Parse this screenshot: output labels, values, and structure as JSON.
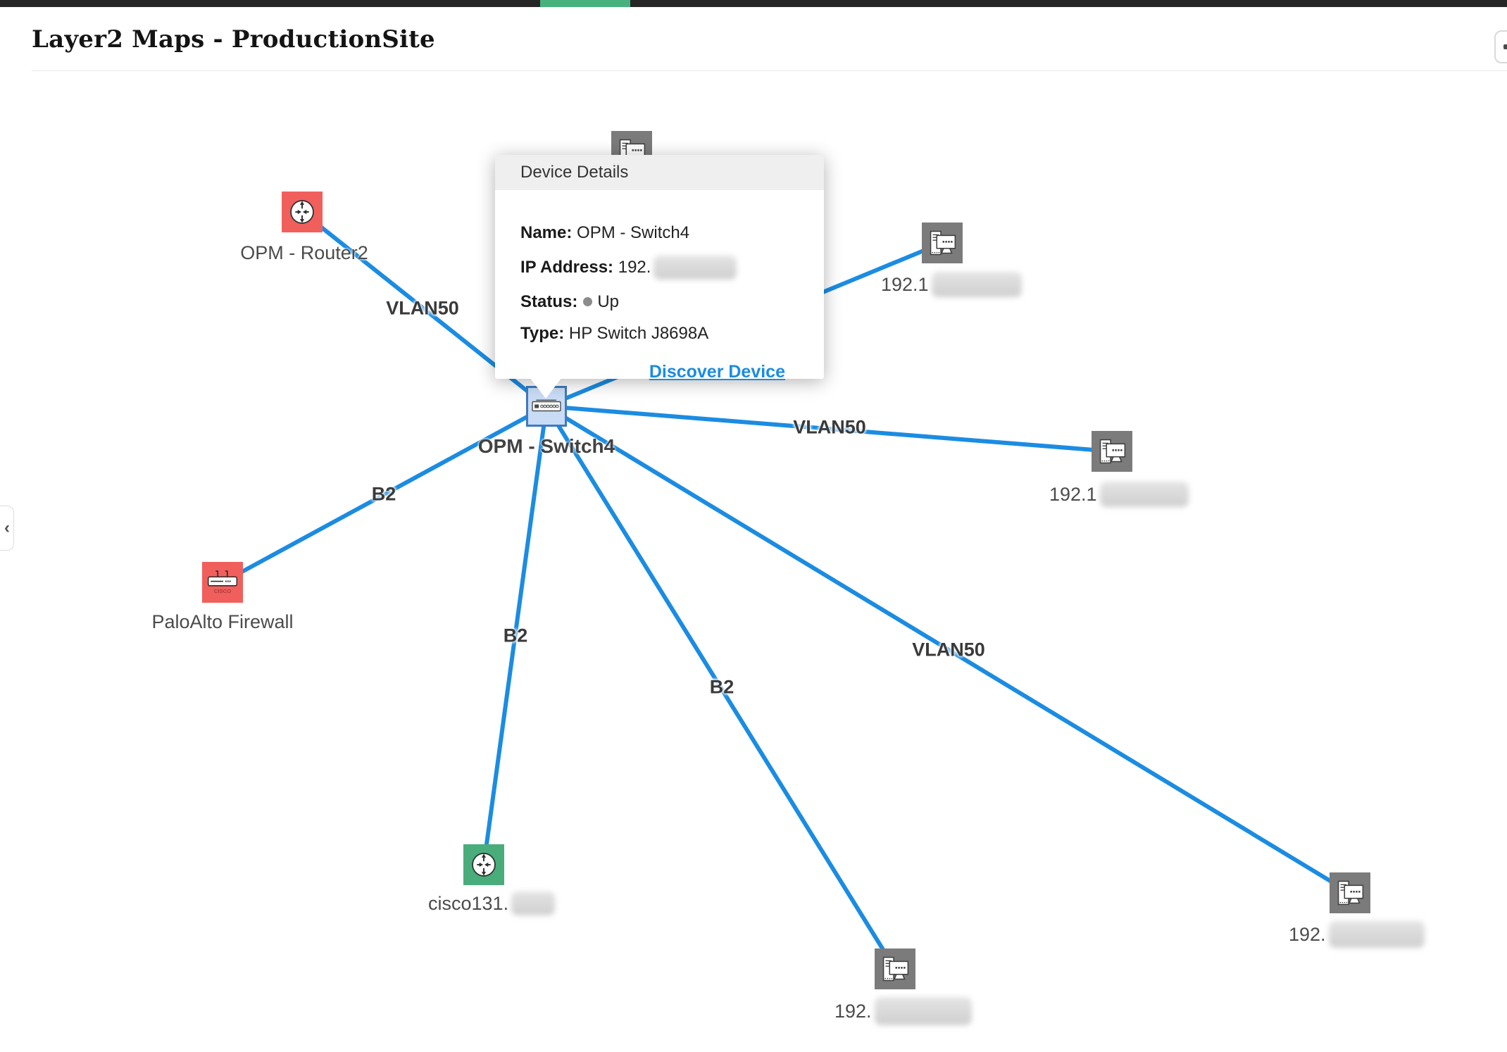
{
  "header": {
    "title": "Layer2 Maps - ProductionSite"
  },
  "icons": {
    "collapse_chevron": "‹"
  },
  "colors": {
    "edge_blue": "#1b8ce2",
    "node_red": "#f15f5d",
    "node_green": "#49ad7b",
    "node_gray": "#7b7b7b",
    "switch_fill": "#c9dcf5",
    "switch_border": "#3e7ac2",
    "progress_green": "#46b17d",
    "status_dot_gray": "#8c8c8c"
  },
  "map": {
    "nodes": {
      "router": {
        "label": "OPM - Router2",
        "type": "router"
      },
      "firewall": {
        "label": "PaloAlto Firewall",
        "type": "firewall"
      },
      "switch4": {
        "label": "OPM - Switch4",
        "type": "switch"
      },
      "cisco131": {
        "label": "cisco131.",
        "type": "router",
        "label_redacted_suffix": true
      },
      "pc_top": {
        "label": "",
        "type": "pc"
      },
      "pc_top_right": {
        "label": "192.1",
        "type": "pc",
        "label_redacted_suffix": true
      },
      "pc_mid_right": {
        "label": "192.1",
        "type": "pc",
        "label_redacted_suffix": true
      },
      "pc_bot_right": {
        "label": "192.",
        "type": "pc",
        "label_redacted_suffix": true
      },
      "pc_bot_mid": {
        "label": "192.",
        "type": "pc",
        "label_redacted_suffix": true
      }
    },
    "edge_labels": {
      "router_vlan": "VLAN50",
      "mid_right_vlan": "VLAN50",
      "bot_right_vlan": "VLAN50",
      "firewall_b2": "B2",
      "cisco_b2": "B2",
      "bot_mid_b2": "B2"
    }
  },
  "popup": {
    "title": "Device Details",
    "fields": [
      {
        "label": "Name:",
        "value": "OPM - Switch4"
      },
      {
        "label": "IP Address:",
        "value": "192.",
        "redacted": true
      },
      {
        "label": "Status:",
        "value": "Up",
        "dot": true
      },
      {
        "label": "Type:",
        "value": "HP Switch J8698A"
      }
    ],
    "link_label": "Discover Device"
  }
}
